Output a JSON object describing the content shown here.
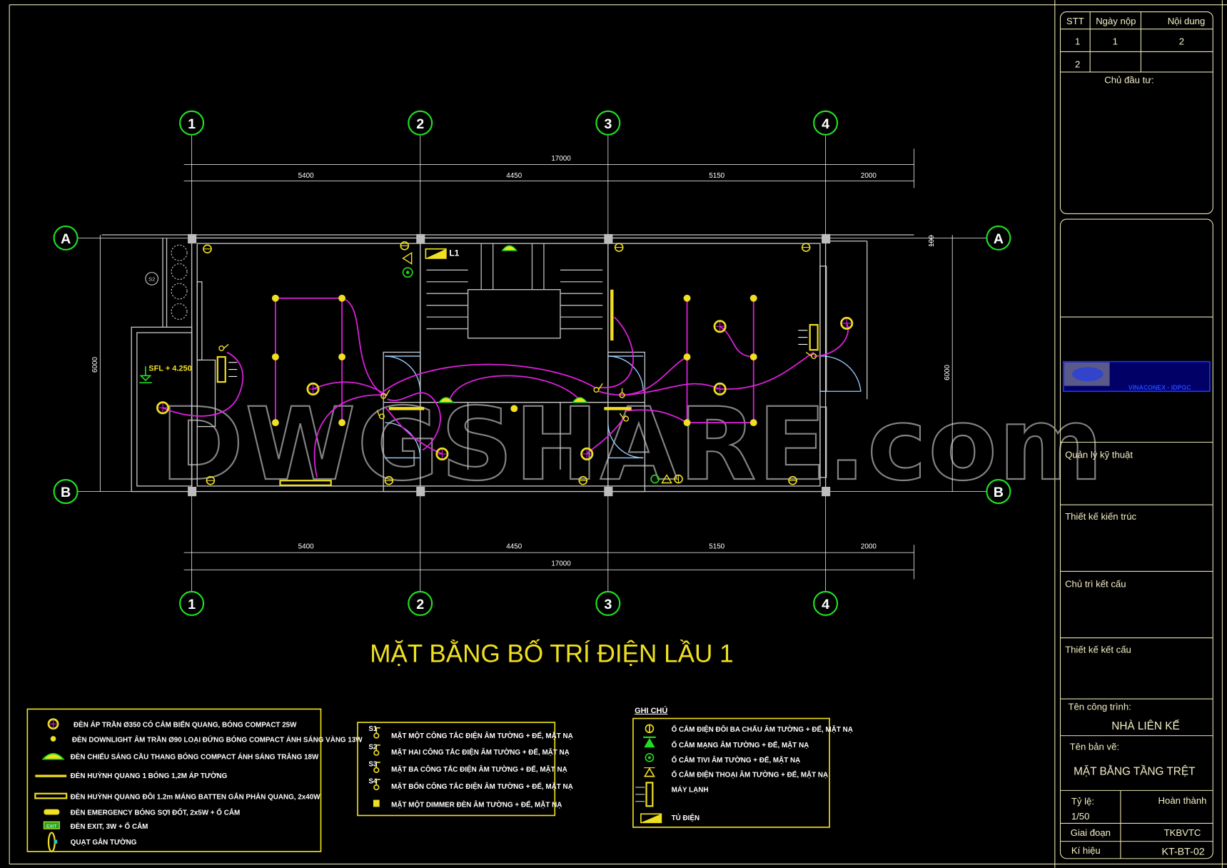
{
  "drawing": {
    "title": "MẶT BẰNG BỐ TRÍ ĐIỆN LẦU 1",
    "watermark": "DWGSHARE.com",
    "grid_columns": [
      "1",
      "2",
      "3",
      "4"
    ],
    "grid_rows": [
      "A",
      "B"
    ],
    "dimensions": {
      "total": "17000",
      "spans": [
        "5400",
        "4450",
        "5150",
        "2000"
      ],
      "depth": "6000",
      "offset": "100"
    },
    "labels": {
      "level": "SFL + 4.250",
      "switch_tag": "S2",
      "panel_tag": "L1"
    }
  },
  "legend_lights": [
    "ĐÈN ÁP TRẦN Ø350 CÓ CẢM BIẾN QUANG, BÓNG COMPACT 25W",
    "ĐÈN DOWNLIGHT ÂM TRẦN Ø90 LOẠI ĐỨNG BÓNG COMPACT ÁNH SÁNG VÀNG 13W",
    "ĐÈN CHIẾU SÁNG CẦU THANG BÓNG COMPACT ÁNH SÁNG TRẮNG 18W",
    "ĐÈN HUỲNH QUANG 1 BÓNG 1,2M ÁP TƯỜNG",
    "ĐÈN HUỲNH QUANG ĐÔI 1.2m MÁNG BATTEN GẮN PHẢN QUANG, 2x40W",
    "ĐÈN EMERGENCY BÓNG SỢI ĐỐT, 2x5W + Ổ CẮM",
    "ĐÈN EXIT, 3W + Ổ CẮM",
    "QUẠT GẮN TƯỜNG"
  ],
  "legend_switches": {
    "tags": [
      "S1",
      "S2",
      "S3",
      "S4"
    ],
    "exit_tag": "EXIT",
    "items": [
      "MẶT MỘT CÔNG TẮC ĐIỆN ÂM TƯỜNG + ĐẾ,  MẶT NẠ",
      "MẶT HAI CÔNG TẮC ĐIỆN ÂM TƯỜNG + ĐẾ,  MẶT NẠ",
      "MẶT BA CÔNG TẮC ĐIỆN ÂM TƯỜNG + ĐẾ,  MẶT NẠ",
      "MẶT BỐN CÔNG TẮC ĐIỆN ÂM TƯỜNG + ĐẾ,  MẶT NẠ",
      "MẶT MỘT DIMMER ĐÈN ÂM TƯỜNG + ĐẾ,  MẶT NẠ"
    ]
  },
  "notes": {
    "heading": "GHI CHÚ",
    "items": [
      "Ổ CẮM ĐIỆN ĐÔI BA CHẤU ÂM TƯỜNG + ĐẾ, MẶT NẠ",
      "Ổ CẮM MẠNG ÂM TƯỜNG + ĐẾ, MẶT NẠ",
      "Ổ CẮM TIVI ÂM TƯỜNG + ĐẾ, MẶT NẠ",
      "Ổ CẮM ĐIỆN THOẠI ÂM TƯỜNG + ĐẾ, MẶT NẠ",
      "MÁY LẠNH",
      "TỦ ĐIỆN"
    ]
  },
  "title_block": {
    "revision_headers": [
      "STT",
      "Ngày nộp",
      "Nội dung"
    ],
    "revision_rows": [
      [
        "1",
        "1",
        "2"
      ],
      [
        "2",
        "",
        ""
      ]
    ],
    "owner_label": "Chủ đầu tư:",
    "roles": [
      "Quản lý kỹ thuật",
      "Thiết kế kiến trúc",
      "Chủ trì kết cấu",
      "Thiết kế kết cấu"
    ],
    "project_label": "Tên công trình:",
    "project_name": "NHÀ LIÊN KẾ",
    "sheet_label": "Tên bản vẽ:",
    "sheet_name": "MẶT BẰNG TẦNG TRỆT",
    "scale_label": "Tỷ lệ:",
    "scale": "1/50",
    "status": "Hoàn thành",
    "phase_label": "Giai đoạn",
    "phase": "TKBVTC",
    "code_label": "Kí hiệu",
    "code": "KT-BT-02",
    "logo_text": "VINACONEX - IDPGC"
  },
  "colors": {
    "background": "#000000",
    "grid_bubble": "#22dd22",
    "fixture": "#f0e020",
    "wiring": "#e020e0",
    "wall": "#c8c8c8",
    "door": "#9fd0ff",
    "title": "#f0e020"
  }
}
